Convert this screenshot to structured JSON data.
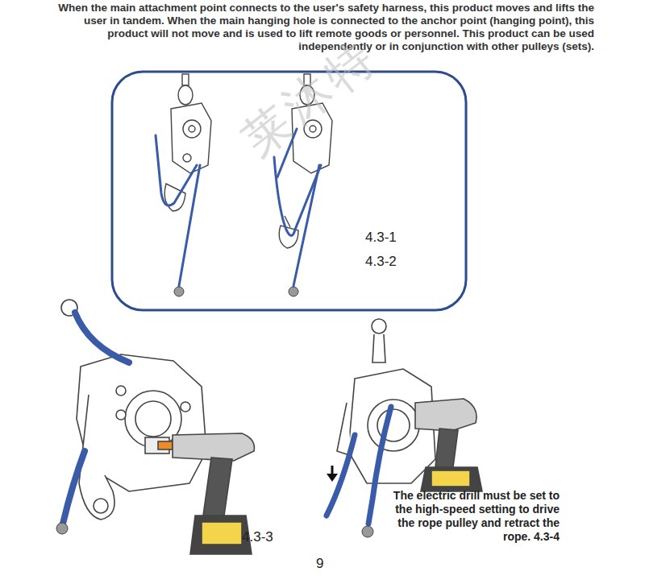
{
  "diagram": {
    "nodes": [
      {
        "text": [
          "4.3-1",
          "4.3-2"
        ]
      }
    ],
    "labels": [
      "When the main attachment point connects to the user's safety harness, this product moves and lifts the user in tandem. When the main hanging hole is connected to the anchor point (hanging point), this product will not move and is used to lift remote goods or personnel. This product can be used independently or in conjunction with other pulleys (sets).",
      "莱沐特",
      "4.3-3",
      "The electric drill must be set to the high-speed setting to drive the rope pulley and retract the rope. 4.3-4",
      "9"
    ]
  }
}
